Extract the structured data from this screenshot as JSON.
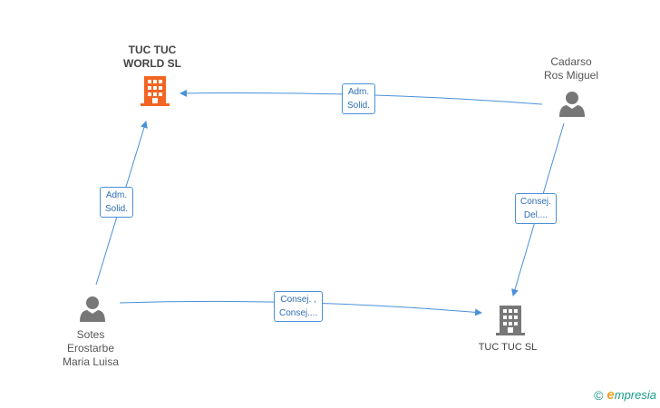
{
  "nodes": {
    "tuc_world": {
      "line1": "TUC TUC",
      "line2": "WORLD SL",
      "color": "#f26522",
      "type": "company"
    },
    "cadarso": {
      "line1": "Cadarso",
      "line2": "Ros Miguel",
      "type": "person"
    },
    "sotes": {
      "line1": "Sotes",
      "line2": "Erostarbe",
      "line3": "Maria Luisa",
      "type": "person"
    },
    "tuc_sl": {
      "line1": "TUC TUC SL",
      "color": "#777777",
      "type": "company"
    }
  },
  "edges": {
    "cadarso_world": {
      "line1": "Adm.",
      "line2": "Solid."
    },
    "sotes_world": {
      "line1": "Adm.",
      "line2": "Solid."
    },
    "cadarso_sl": {
      "line1": "Consej.",
      "line2": "Del...."
    },
    "sotes_sl": {
      "line1": "Consej. ,",
      "line2": "Consej...."
    }
  },
  "colors": {
    "edge": "#4a90d9",
    "person": "#777777"
  },
  "brand": {
    "copyright": "©",
    "initial": "e",
    "name": "mpresia"
  }
}
